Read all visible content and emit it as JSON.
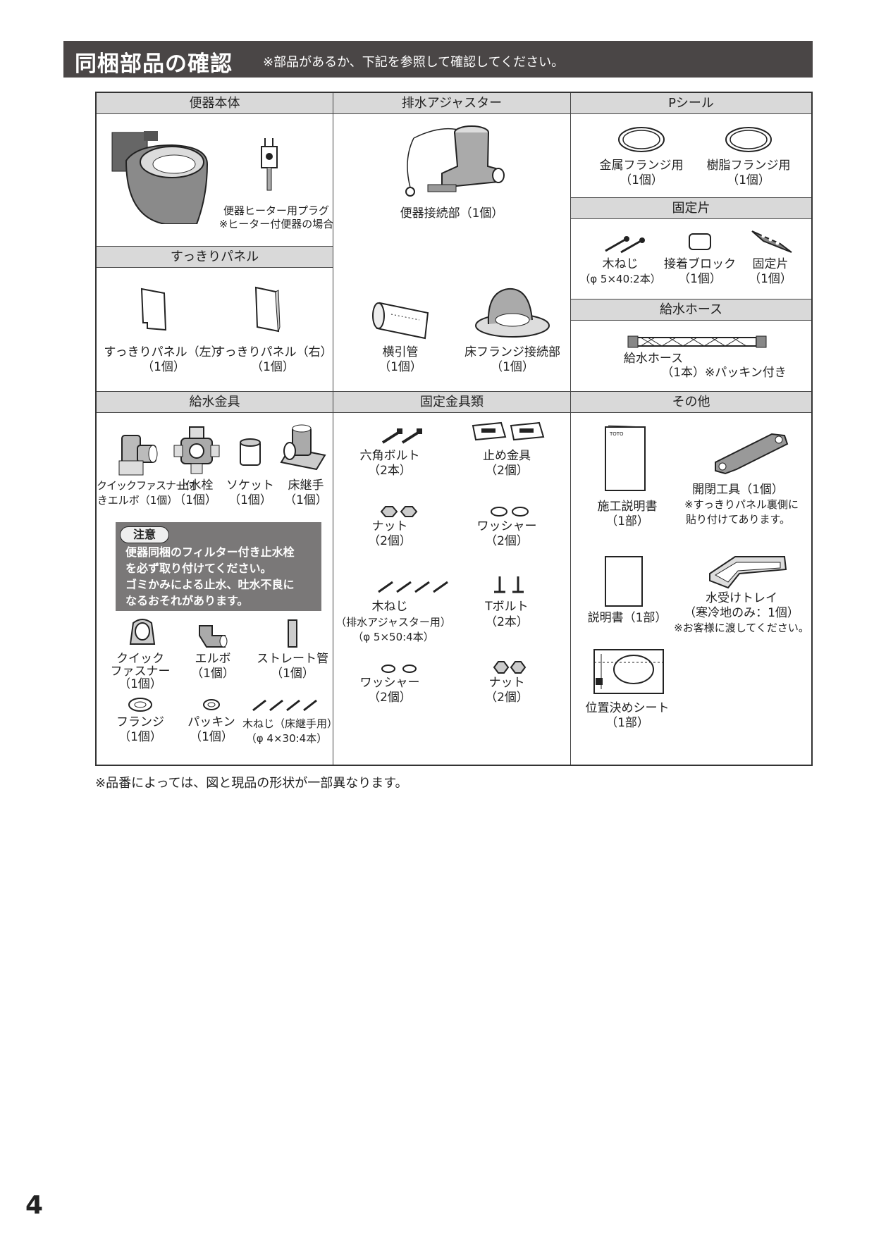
{
  "header": {
    "title": "同梱部品の確認",
    "subtitle": "※部品があるか、下記を参照して確認してください。"
  },
  "sections": {
    "toilet_body": "便器本体",
    "drain_adjuster": "排水アジャスター",
    "p_seal": "Pシール",
    "fixing_piece": "固定片",
    "water_hose": "給水ホース",
    "panel": "すっきりパネル",
    "water_fittings": "給水金具",
    "fixing_hardware": "固定金具類",
    "others": "その他"
  },
  "toilet": {
    "plug_label": "便器ヒーター用プラグ",
    "plug_note": "※ヒーター付便器の場合"
  },
  "drain": {
    "connector": "便器接続部（1個）",
    "pipe": "横引管",
    "pipe_qty": "（1個）",
    "flange": "床フランジ接続部",
    "flange_qty": "（1個）"
  },
  "pseal": {
    "metal": "金属フランジ用",
    "metal_qty": "（1個）",
    "resin": "樹脂フランジ用",
    "resin_qty": "（1個）"
  },
  "fixpiece": {
    "screw": "木ねじ",
    "screw_qty": "（φ 5×40:2本）",
    "block": "接着ブロック",
    "block_qty": "（1個）",
    "piece": "固定片",
    "piece_qty": "（1個）"
  },
  "hose": {
    "label": "給水ホース",
    "qty": "（1本）※パッキン付き"
  },
  "panel": {
    "left": "すっきりパネル（左）",
    "left_qty": "（1個）",
    "right": "すっきりパネル（右）",
    "right_qty": "（1個）"
  },
  "fittings": {
    "quick_elbow_1": "クイックファスナー付",
    "quick_elbow_2": "きエルボ（1個）",
    "stop_valve": "止水栓",
    "stop_valve_qty": "（1個）",
    "socket": "ソケット",
    "socket_qty": "（1個）",
    "floor_joint": "床継手",
    "floor_joint_qty": "（1個）",
    "caution_tag": "注意",
    "caution_1": "便器同梱のフィルター付き止水栓",
    "caution_2": "を必ず取り付けてください。",
    "caution_3": "ゴミかみによる止水、吐水不良に",
    "caution_4": "なるおそれがあります。",
    "quick_1": "クイック",
    "quick_2": "ファスナー",
    "quick_qty": "（1個）",
    "elbow": "エルボ",
    "elbow_qty": "（1個）",
    "straight": "ストレート管",
    "straight_qty": "（1個）",
    "flange": "フランジ",
    "flange_qty": "（1個）",
    "packing": "パッキン",
    "packing_qty": "（1個）",
    "wood_screw": "木ねじ（床継手用）",
    "wood_screw_qty": "（φ 4×30:4本）"
  },
  "hardware": {
    "hex_bolt": "六角ボルト",
    "hex_bolt_qty": "（2本）",
    "stopper": "止め金具",
    "stopper_qty": "（2個）",
    "nut1": "ナット",
    "nut1_qty": "（2個）",
    "washer1": "ワッシャー",
    "washer1_qty": "（2個）",
    "wood_screw": "木ねじ",
    "wood_screw_use": "（排水アジャスター用）",
    "wood_screw_qty": "（φ 5×50:4本）",
    "t_bolt": "Tボルト",
    "t_bolt_qty": "（2本）",
    "washer2": "ワッシャー",
    "washer2_qty": "（2個）",
    "nut2": "ナット",
    "nut2_qty": "（2個）"
  },
  "others": {
    "install_manual": "施工説明書",
    "install_manual_qty": "（1部）",
    "tool": "開閉工具（1個）",
    "tool_note_1": "※すっきりパネル裏側に",
    "tool_note_2": "貼り付けてあります。",
    "manual": "説明書（1部）",
    "tray": "水受けトレイ",
    "tray_qty": "（寒冷地のみ：1個）",
    "tray_note": "※お客様に渡してください。",
    "sheet": "位置決めシート",
    "sheet_qty": "（1部）",
    "brand_mark": "TOTO"
  },
  "footnote": "※品番によっては、図と現品の形状が一部異なります。",
  "page_number": "4"
}
